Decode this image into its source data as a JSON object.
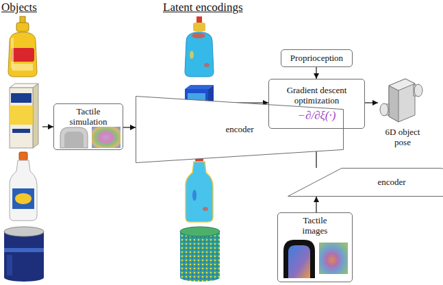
{
  "diagram": {
    "nodes": [
      {
        "text": [
          "Objects"
        ]
      },
      {
        "text": [
          "Tactile simulation"
        ]
      },
      {
        "text": [
          "encoder"
        ]
      },
      {
        "text": [
          "Latent encodings"
        ]
      },
      {
        "text": [
          "Proprioception"
        ]
      },
      {
        "text": [
          "Gradient descent optimization",
          "−∂/∂ξ(·)"
        ]
      },
      {
        "text": [
          "6D object pose"
        ]
      },
      {
        "text": [
          "encoder"
        ]
      },
      {
        "text": [
          "Tactile images"
        ]
      }
    ],
    "edges": [
      {
        "from": 0,
        "to": 1,
        "arrow": "to"
      },
      {
        "from": 1,
        "to": 2,
        "arrow": "to"
      },
      {
        "from": 2,
        "to": 3,
        "arrow": "to"
      },
      {
        "from": 3,
        "to": 5,
        "arrow": "to"
      },
      {
        "from": 4,
        "to": 5,
        "arrow": "to"
      },
      {
        "from": 7,
        "to": 5,
        "arrow": "to"
      },
      {
        "from": 8,
        "to": 7,
        "arrow": "to"
      },
      {
        "from": 5,
        "to": 6,
        "arrow": "to"
      }
    ]
  }
}
